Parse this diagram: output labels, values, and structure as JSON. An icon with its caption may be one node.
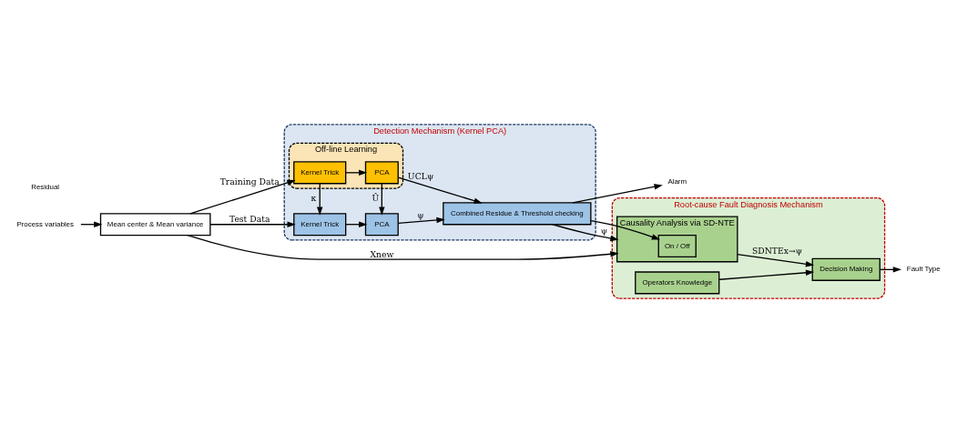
{
  "diagram": {
    "nodes": [
      {
        "text": [
          "Process variables"
        ]
      },
      {
        "text": [
          "Mean center & Mean variance"
        ]
      },
      {
        "text": [
          "Detection Mechanism (Kernel PCA)"
        ]
      },
      {
        "text": [
          "Off-line Learning"
        ],
        "in": 2
      },
      {
        "text": [
          "Kernel Trick"
        ],
        "in": 3
      },
      {
        "text": [
          "PCA"
        ],
        "in": 3
      },
      {
        "text": [
          "Kernel Trick"
        ],
        "in": 2
      },
      {
        "text": [
          "PCA"
        ],
        "in": 2
      },
      {
        "text": [
          "Combined Residue & Threshold checking"
        ],
        "in": 2
      },
      {
        "text": [
          "Root-cause Fault Diagnosis Mechanism"
        ]
      },
      {
        "text": [
          "Operators Knowledge"
        ],
        "in": 9
      },
      {
        "text": [
          "Causality Analysis via SD-NTE"
        ],
        "in": 9
      },
      {
        "text": [
          "On / Off"
        ],
        "in": 11
      },
      {
        "text": [
          "Decision Making"
        ],
        "in": 9
      },
      {
        "text": [
          "Alarm"
        ]
      },
      {
        "text": [
          "Fault Type"
        ]
      }
    ],
    "edges": [
      {
        "from": 0,
        "to": 1,
        "arrow": "to"
      },
      {
        "from": 1,
        "to": 4,
        "arrow": "to",
        "label": "Training Data"
      },
      {
        "from": 1,
        "to": 6,
        "arrow": "to",
        "label": "Test Data"
      },
      {
        "from": 1,
        "to": 11,
        "arrow": "to",
        "label": "Xnew"
      },
      {
        "from": 4,
        "to": 5,
        "arrow": "to"
      },
      {
        "from": 4,
        "to": 6,
        "arrow": "to",
        "label": "κ"
      },
      {
        "from": 5,
        "to": 7,
        "arrow": "to",
        "label": "Û"
      },
      {
        "from": 5,
        "to": 8,
        "arrow": "to",
        "label": "UCLψ"
      },
      {
        "from": 6,
        "to": 7,
        "arrow": "to"
      },
      {
        "from": 7,
        "to": 8,
        "arrow": "to",
        "label": "ψ"
      },
      {
        "from": 8,
        "to": 12,
        "arrow": "to"
      },
      {
        "from": 8,
        "to": 14,
        "arrow": "to"
      },
      {
        "from": 8,
        "to": 11,
        "arrow": "to",
        "label": "ψ"
      },
      {
        "from": 10,
        "to": 13,
        "arrow": "to"
      },
      {
        "from": 11,
        "to": 13,
        "arrow": "to",
        "label": "SDNTEx→ψ"
      },
      {
        "from": 13,
        "to": 15,
        "arrow": "to"
      }
    ],
    "labels": [
      "Residual"
    ]
  }
}
